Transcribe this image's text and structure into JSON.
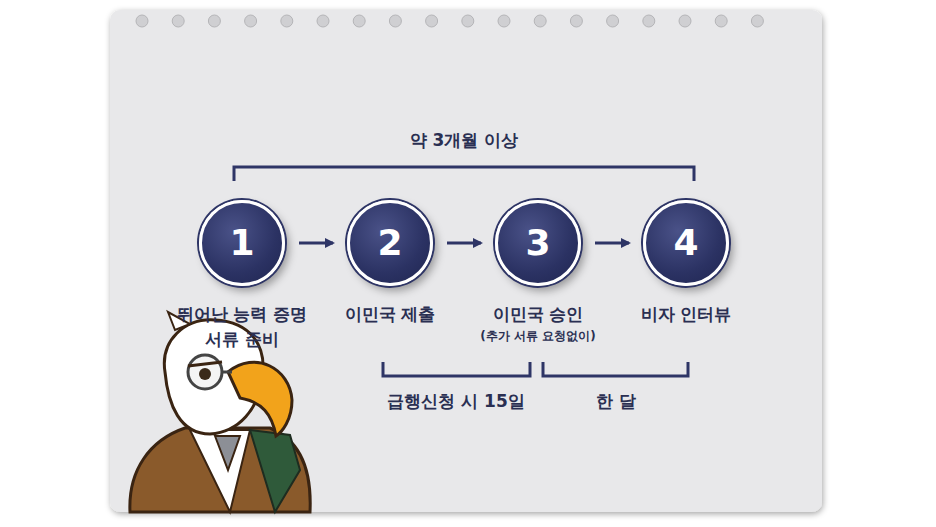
{
  "diagram": {
    "nodes": [
      {
        "text": [
          "1",
          "뛰어난 능력 증명 서류 준비"
        ]
      },
      {
        "text": [
          "2",
          "이민국 제출"
        ]
      },
      {
        "text": [
          "3",
          "이민국 승인",
          "(추가 서류 요청없이)"
        ]
      },
      {
        "text": [
          "4",
          "비자 인터뷰"
        ]
      }
    ],
    "edges": [
      {
        "from": 0,
        "to": 1,
        "arrow": "to"
      },
      {
        "from": 1,
        "to": 2,
        "arrow": "to"
      },
      {
        "from": 2,
        "to": 3,
        "arrow": "to"
      }
    ],
    "labels": [
      "약 3개월 이상",
      "급행신청 시 15일",
      "한 달"
    ]
  }
}
